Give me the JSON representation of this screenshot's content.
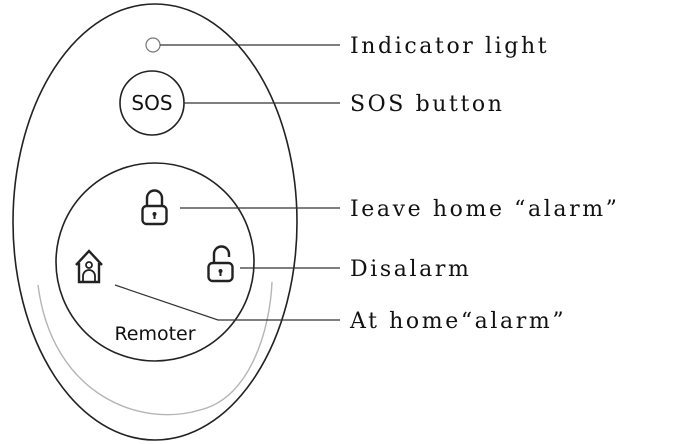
{
  "device": {
    "sos_button_label": "SOS",
    "panel_label": "Remoter"
  },
  "icons": {
    "leave_home": "padlock-closed-icon",
    "disalarm": "padlock-open-icon",
    "at_home": "house-person-icon"
  },
  "callouts": [
    {
      "id": "indicator",
      "text": "Indicator light"
    },
    {
      "id": "sos",
      "text": "SOS button"
    },
    {
      "id": "leave",
      "text": "Ieave home “alarm”"
    },
    {
      "id": "disalarm",
      "text": "Disalarm"
    },
    {
      "id": "athome",
      "text": "At home“alarm”"
    }
  ]
}
